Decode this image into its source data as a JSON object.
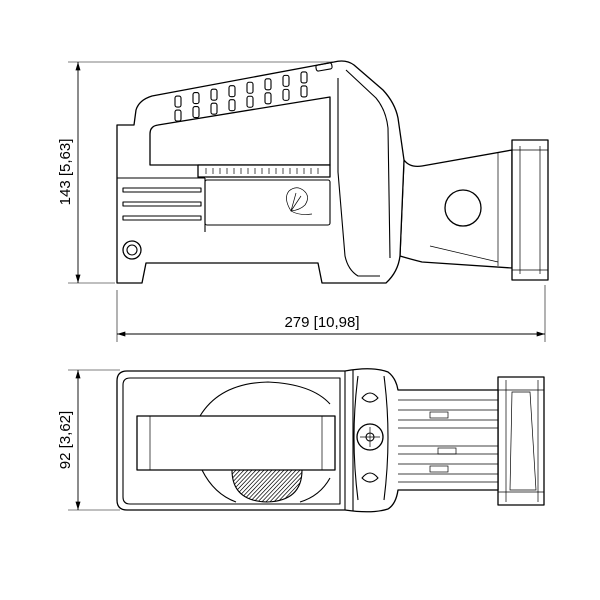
{
  "dimensions": {
    "side_height": "143 [5,63]",
    "length": "279 [10,98]",
    "top_width": "92 [3,62]"
  }
}
